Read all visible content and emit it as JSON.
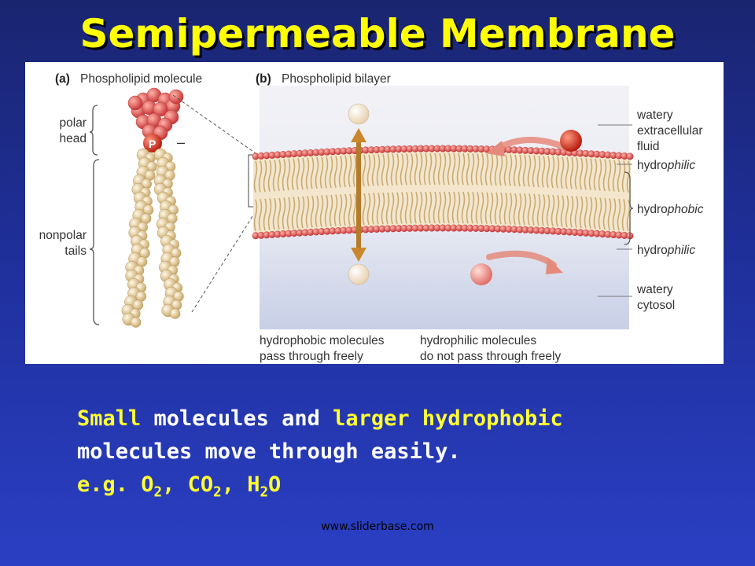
{
  "title": "Semipermeable Membrane",
  "figure": {
    "panel_a_letter": "(a)",
    "panel_a_title": "Phospholipid molecule",
    "panel_b_letter": "(b)",
    "panel_b_title": "Phospholipid bilayer",
    "polar_head_line1": "polar",
    "polar_head_line2": "head",
    "phosphate_label": "P",
    "charge_label": "–",
    "nonpolar_line1": "nonpolar",
    "nonpolar_line2": "tails",
    "extracellular_line1": "watery",
    "extracellular_line2": "extracellular",
    "extracellular_line3": "fluid",
    "hydrophilic_top_prefix": "hydro",
    "hydrophilic_top_suffix": "philic",
    "hydrophobic_prefix": "hydro",
    "hydrophobic_suffix": "phobic",
    "hydrophilic_bottom_prefix": "hydro",
    "hydrophilic_bottom_suffix": "philic",
    "cytosol_line1": "watery",
    "cytosol_line2": "cytosol",
    "caption_left_line1": "hydrophobic molecules",
    "caption_left_line2": "pass through freely",
    "caption_right_line1": "hydrophilic molecules",
    "caption_right_line2": "do not pass through freely"
  },
  "body": {
    "line1_part1": "Small",
    "line1_part2": " molecules and ",
    "line1_part3": "larger hydrophobic",
    "line2": "molecules move through easily.",
    "line3_prefix": "e.g. O",
    "line3_sub1": "2",
    "line3_mid1": ", CO",
    "line3_sub2": "2",
    "line3_mid2": ", H",
    "line3_sub3": "2",
    "line3_end": "O"
  },
  "footer": "www.sliderbase.com",
  "colors": {
    "title": "#ffff00",
    "highlight": "#ffff33",
    "head_red": "#d94a4a",
    "tail_tan": "#e8d3a6"
  }
}
